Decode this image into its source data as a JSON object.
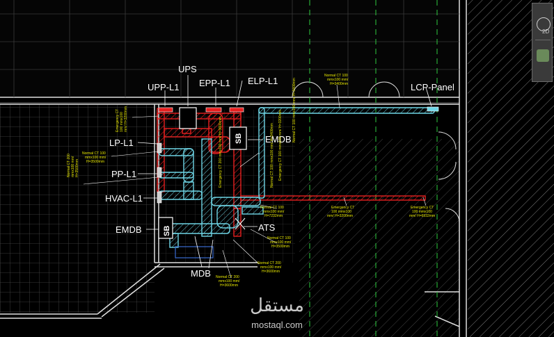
{
  "labels": {
    "ups": "UPS",
    "upp": "UPP-L1",
    "epp": "EPP-L1",
    "elp": "ELP-L1",
    "lcp": "LCP-Panel",
    "emdb_top": "EMDB",
    "lp": "LP-L1",
    "pp": "PP-L1",
    "hvac": "HVAC-L1",
    "emdb_left": "EMDB",
    "ats": "ATS",
    "mdb": "MDB",
    "sb": "SB"
  },
  "notes": {
    "n_top_l1": "Normal CT 100",
    "n_top_l2": "mmx100 mm/",
    "n_top_l3": "H=3400mm",
    "n_emg_v1": "Emergency CT",
    "n_emg_v2": "100 mmx100",
    "n_emg_v3": "mm/ H=3200mm",
    "n_lp_l1": "Normal CT 100",
    "n_lp_l2": "mmx100 mm/",
    "n_lp_l3": "H=3500mm",
    "n_pp_l1": "Normal CT 200",
    "n_pp_l2": "mmx100 mm/",
    "n_pp_l3": "H=3500mm",
    "n_mid_l1": "Normal CT 100",
    "n_mid_l2": "mmx100 mm/",
    "n_mid_l3": "H=7232mm",
    "n_emg_h1": "Emergency CT",
    "n_emg_h2": "100 mmx100",
    "n_emg_h3": "mm/ H=3200mm",
    "n_emg_r1": "Emergency CT",
    "n_emg_r2": "100 mmx100",
    "n_emg_r3": "mm/ H=6932mm",
    "n_ats_l1": "Normal CT 100",
    "n_ats_l2": "mmx100 mm/",
    "n_ats_l3": "H=3500mm",
    "n_mdb_a1": "Normal CT 200",
    "n_mdb_a2": "mmx100 mm/",
    "n_mdb_a3": "H=3600mm",
    "n_mdb_b1": "Normal CT 200",
    "n_mdb_b2": "mmx100 mm/",
    "n_mdb_b3": "H=3600mm",
    "n_vert_a": "Emergency CT 200 mmx100 mm/ H=3600mm",
    "n_vert_b": "Normal CT 100 mmx100 mm/ H=3400mm",
    "n_vert_c": "Normal CT 100 mmx100 mm/ H=3400mm",
    "n_vert_d": "Emergency CT 100 mmx100 mm/ H=3200mm"
  },
  "watermark": {
    "arabic": "مستقل",
    "latin": "mostaql.com"
  },
  "navbar": {
    "zoom_text": "2D",
    "icons": [
      "steering-wheel-icon",
      "pan-icon"
    ]
  },
  "colors": {
    "background": "#000000",
    "wall": "#ffffff",
    "grid": "#555555",
    "normal_tray": "#6fd6e6",
    "emergency_tray": "#e82020",
    "dashed_green": "#2ecc40",
    "note_text": "#e8e800"
  }
}
